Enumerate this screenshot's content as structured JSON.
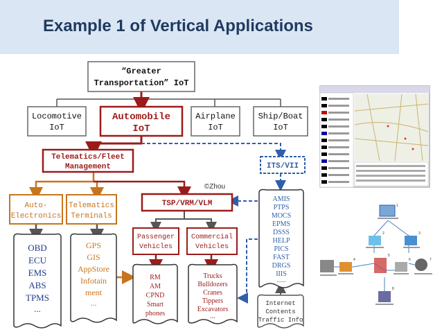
{
  "slide": {
    "title": "Example 1 of Vertical Applications",
    "credit": "©Zhou"
  },
  "diagram": {
    "root": [
      "“Greater",
      "Transportation” IoT"
    ],
    "level1": [
      {
        "lines": [
          "Locomotive",
          "IoT"
        ]
      },
      {
        "lines": [
          "Automobile",
          "IoT"
        ]
      },
      {
        "lines": [
          "Airplane",
          "IoT"
        ]
      },
      {
        "lines": [
          "Ship/Boat",
          "IoT"
        ]
      }
    ],
    "telematics": [
      "Telematics/Fleet",
      "Management"
    ],
    "its": "ITS/VII",
    "auto_electronics": [
      "Auto-",
      "Electronics"
    ],
    "telematics_terminals": [
      "Telematics",
      "Terminals"
    ],
    "tsp": "TSP/VRM/VLM",
    "passenger": [
      "Passenger",
      "Vehicles"
    ],
    "commercial": [
      "Commercial",
      "Vehicles"
    ],
    "obd_list": [
      "OBD",
      "ECU",
      "EMS",
      "ABS",
      "TPMS",
      "..."
    ],
    "gps_list": [
      "GPS",
      "GIS",
      "AppStore",
      "Infotain",
      "ment",
      "..."
    ],
    "passenger_list": [
      "RM",
      "AM",
      "CPND",
      "Smart",
      "phones"
    ],
    "commercial_list": [
      "Trucks",
      "Bulldozers",
      "Cranes",
      "Tippers",
      "Excavators",
      "..."
    ],
    "its_list": [
      "AMIS",
      "PTPS",
      "MOCS",
      "EPMS",
      "DSSS",
      "HELP",
      "PICS",
      "FAST",
      "DRGS",
      "IIIS",
      "......"
    ],
    "internet": [
      "Internet",
      "Contents",
      "Traffic Info"
    ]
  },
  "colors": {
    "header_bg": "#dbe6f4",
    "title": "#1f3a5f",
    "dark_red": "#9b1b1b",
    "orange": "#c8741c",
    "blue": "#2f5fa8"
  }
}
